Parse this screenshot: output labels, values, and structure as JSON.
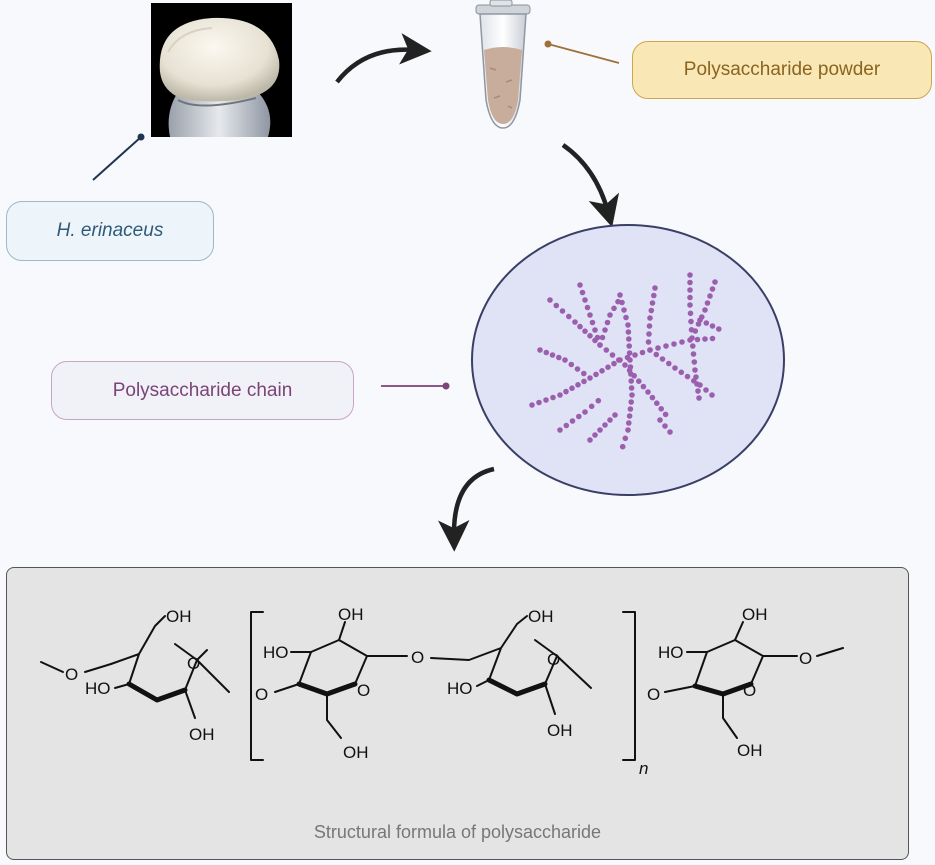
{
  "labels": {
    "mushroom": "H. erinaceus",
    "powder": "Polysaccharide powder",
    "chain": "Polysaccharide chain"
  },
  "formula": {
    "caption": "Structural formula of polysaccharide",
    "atoms": {
      "oh": "OH",
      "ho": "HO",
      "o": "O",
      "repeat": "n"
    }
  },
  "colors": {
    "arrow": "#222222",
    "chain_bead": "#9b5fae",
    "circle_fill": "#dfe3f5",
    "circle_stroke": "#3a3f66",
    "mushroom_connector": "#1f3552",
    "powder_connector": "#a0703a",
    "chain_connector": "#7a4478"
  }
}
